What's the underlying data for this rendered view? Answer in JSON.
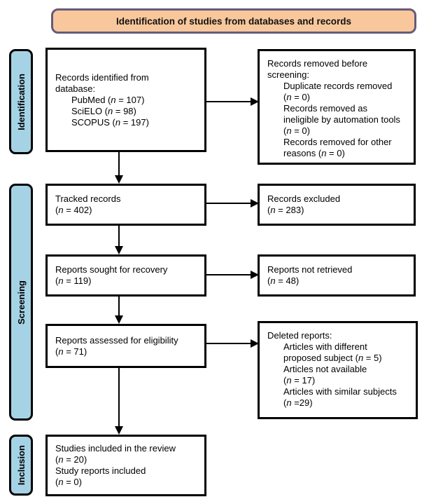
{
  "title": "Identification of studies from databases and records",
  "colors": {
    "header_fill": "#F8C89C",
    "header_border": "#665A7A",
    "sidebar_fill": "#A5D3E5",
    "box_border": "#000000",
    "background": "#FFFFFF"
  },
  "sidebars": [
    {
      "label": "Identification"
    },
    {
      "label": "Screening"
    },
    {
      "label": "Inclusion"
    }
  ],
  "boxes": {
    "records_identified": {
      "lines": [
        {
          "text": "Records identified from",
          "indent": false
        },
        {
          "text": "database:",
          "indent": false
        },
        {
          "text": "PubMed (n = 107)",
          "indent": true
        },
        {
          "text": "SciELO (n = 98)",
          "indent": true
        },
        {
          "text": "SCOPUS (n = 197)",
          "indent": true
        }
      ]
    },
    "records_removed": {
      "lines": [
        {
          "text": "Records removed before",
          "indent": false
        },
        {
          "text": "screening:",
          "indent": false
        },
        {
          "text": "Duplicate records removed",
          "indent": true
        },
        {
          "text": "(n = 0)",
          "indent": true
        },
        {
          "text": "Records removed as",
          "indent": true
        },
        {
          "text": "ineligible by automation tools",
          "indent": true
        },
        {
          "text": "(n = 0)",
          "indent": true
        },
        {
          "text": "Records removed for other",
          "indent": true
        },
        {
          "text": "reasons (n = 0)",
          "indent": true
        }
      ]
    },
    "tracked_records": {
      "lines": [
        {
          "text": "Tracked records",
          "indent": false
        },
        {
          "text": "(n = 402)",
          "indent": false
        }
      ]
    },
    "records_excluded": {
      "lines": [
        {
          "text": "Records excluded",
          "indent": false
        },
        {
          "text": "(n = 283)",
          "indent": false
        }
      ]
    },
    "reports_sought": {
      "lines": [
        {
          "text": "Reports sought for recovery",
          "indent": false
        },
        {
          "text": "(n = 119)",
          "indent": false
        }
      ]
    },
    "reports_not_retrieved": {
      "lines": [
        {
          "text": "Reports not retrieved",
          "indent": false
        },
        {
          "text": "(n = 48)",
          "indent": false
        }
      ]
    },
    "reports_assessed": {
      "lines": [
        {
          "text": "Reports assessed for eligibility",
          "indent": false
        },
        {
          "text": "(n = 71)",
          "indent": false
        }
      ]
    },
    "deleted_reports": {
      "lines": [
        {
          "text": "Deleted reports:",
          "indent": false
        },
        {
          "text": "Articles with different",
          "indent": true
        },
        {
          "text": "proposed subject (n = 5)",
          "indent": true
        },
        {
          "text": "Articles not available",
          "indent": true
        },
        {
          "text": "(n = 17)",
          "indent": true
        },
        {
          "text": "Articles with similar subjects",
          "indent": true
        },
        {
          "text": "(n =29)",
          "indent": true
        }
      ]
    },
    "studies_included": {
      "lines": [
        {
          "text": "Studies included in the review",
          "indent": false
        },
        {
          "text": "(n = 20)",
          "indent": false
        },
        {
          "text": "Study reports included",
          "indent": false
        },
        {
          "text": "(n = 0)",
          "indent": false
        }
      ]
    }
  }
}
